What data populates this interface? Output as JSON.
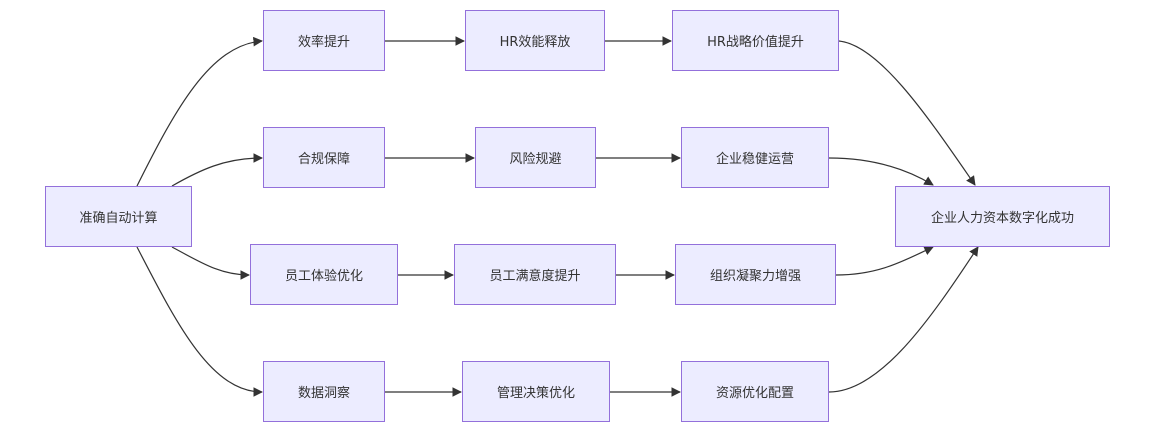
{
  "diagram": {
    "nodes": [
      {
        "id": "start",
        "label": "准确自动计算"
      },
      {
        "id": "a1",
        "label": "效率提升"
      },
      {
        "id": "a2",
        "label": "HR效能释放"
      },
      {
        "id": "a3",
        "label": "HR战略价值提升"
      },
      {
        "id": "b1",
        "label": "合规保障"
      },
      {
        "id": "b2",
        "label": "风险规避"
      },
      {
        "id": "b3",
        "label": "企业稳健运营"
      },
      {
        "id": "c1",
        "label": "员工体验优化"
      },
      {
        "id": "c2",
        "label": "员工满意度提升"
      },
      {
        "id": "c3",
        "label": "组织凝聚力增强"
      },
      {
        "id": "d1",
        "label": "数据洞察"
      },
      {
        "id": "d2",
        "label": "管理决策优化"
      },
      {
        "id": "d3",
        "label": "资源优化配置"
      },
      {
        "id": "end",
        "label": "企业人力资本数字化成功"
      }
    ],
    "edges": [
      [
        "start",
        "a1"
      ],
      [
        "a1",
        "a2"
      ],
      [
        "a2",
        "a3"
      ],
      [
        "a3",
        "end"
      ],
      [
        "start",
        "b1"
      ],
      [
        "b1",
        "b2"
      ],
      [
        "b2",
        "b3"
      ],
      [
        "b3",
        "end"
      ],
      [
        "start",
        "c1"
      ],
      [
        "c1",
        "c2"
      ],
      [
        "c2",
        "c3"
      ],
      [
        "c3",
        "end"
      ],
      [
        "start",
        "d1"
      ],
      [
        "d1",
        "d2"
      ],
      [
        "d2",
        "d3"
      ],
      [
        "d3",
        "end"
      ]
    ],
    "colors": {
      "node_fill": "#ECECFF",
      "node_border": "#9370DB",
      "edge": "#333333",
      "text": "#333333"
    }
  }
}
